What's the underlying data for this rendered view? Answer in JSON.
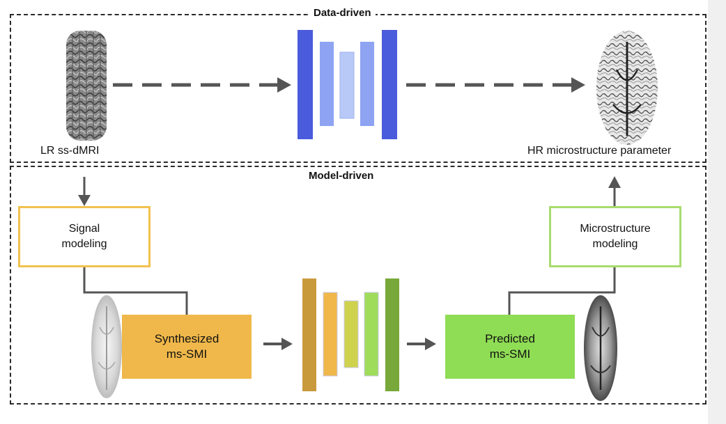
{
  "sections": {
    "data_driven": "Data-driven",
    "model_driven": "Model-driven"
  },
  "labels": {
    "input": "LR ss-dMRI",
    "output": "HR microstructure parameter"
  },
  "boxes": {
    "signal_modeling": "Signal\nmodeling",
    "microstructure_modeling": "Microstructure\nmodeling",
    "synthesized": "Synthesized\nms-SMI",
    "predicted": "Predicted\nms-SMI"
  },
  "colors": {
    "net_blue": [
      "#4a5bdc",
      "#8ea3f2",
      "#b9c9f7"
    ],
    "net_warm": [
      "#c99a3c",
      "#f0b84a",
      "#cfd24d",
      "#9fdc5a",
      "#78a83a"
    ],
    "signal_border": "#f2c14e",
    "synth_fill": "#f0b84a",
    "micro_border": "#a8dc6e",
    "pred_fill": "#8fdc55",
    "arrow": "#555555"
  }
}
